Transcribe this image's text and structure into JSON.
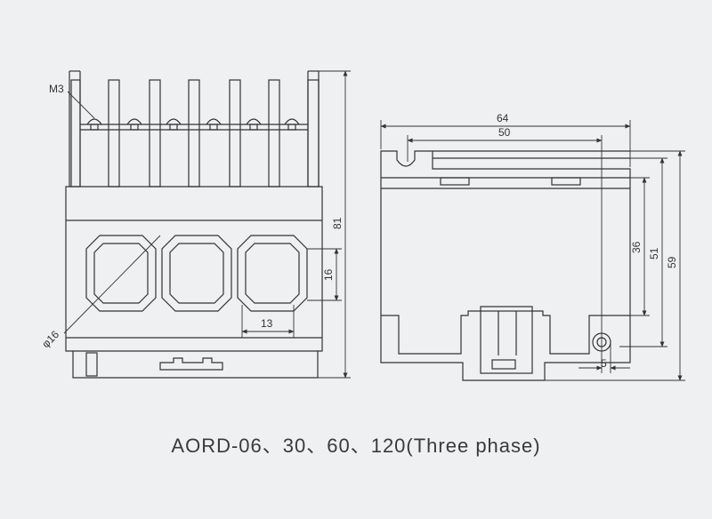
{
  "drawing": {
    "front_view": {
      "screw_label": "M3",
      "height_label": "81",
      "hole_height_label": "16",
      "hole_width_label": "13",
      "diameter_label": "φ16"
    },
    "side_view": {
      "width_overall_label": "64",
      "width_mount_label": "50",
      "height_a_label": "36",
      "height_b_label": "51",
      "height_c_label": "59",
      "hole_label": "5"
    },
    "caption": "AORD-06、30、60、120(Three phase)"
  }
}
